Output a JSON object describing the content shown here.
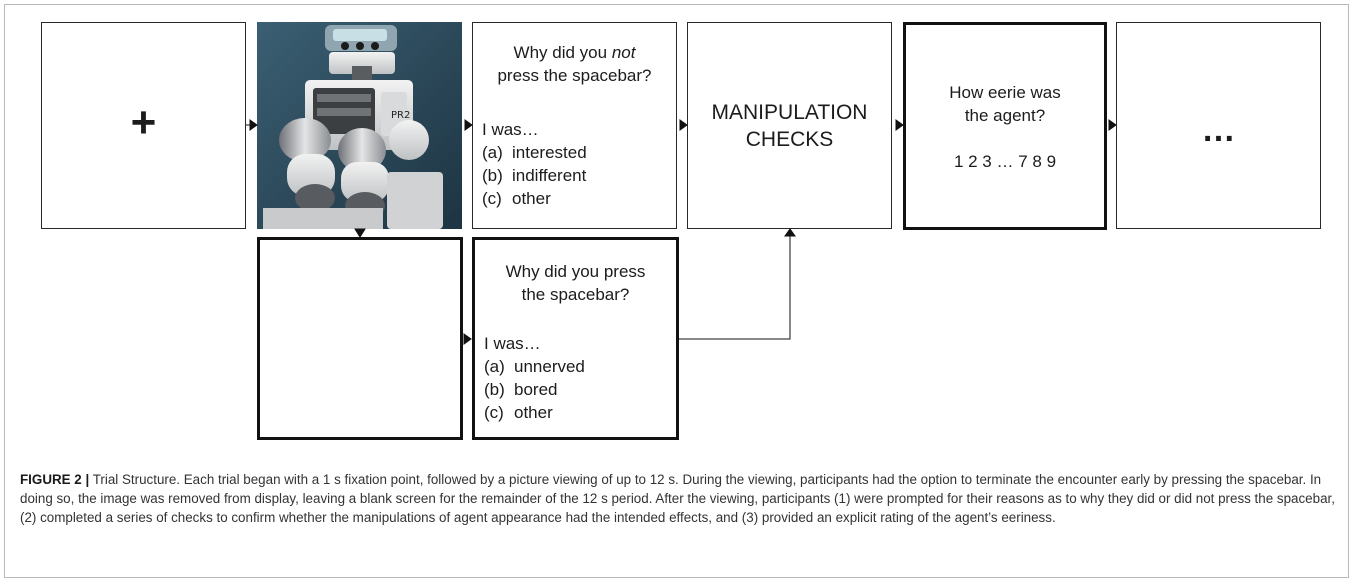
{
  "screens": {
    "fixation": {
      "symbol": "+"
    },
    "picture": {
      "robot_label": "PR2"
    },
    "not_pressed": {
      "question_pre": "Why did you ",
      "question_em": "not",
      "question_post": "press the spacebar?",
      "lead": "I was…",
      "options": [
        {
          "key": "(a)",
          "text": "interested"
        },
        {
          "key": "(b)",
          "text": "indifferent"
        },
        {
          "key": "(c)",
          "text": "other"
        }
      ]
    },
    "manipulation": {
      "line1": "MANIPULATION",
      "line2": "CHECKS"
    },
    "eerie": {
      "line1": "How eerie was",
      "line2": "the agent?",
      "scale": "1 2 3 … 7 8 9"
    },
    "continuation": {
      "symbol": "…"
    },
    "pressed": {
      "question_line1": "Why did you press",
      "question_line2": "the spacebar?",
      "lead": "I was…",
      "options": [
        {
          "key": "(a)",
          "text": "unnerved"
        },
        {
          "key": "(b)",
          "text": "bored"
        },
        {
          "key": "(c)",
          "text": "other"
        }
      ]
    }
  },
  "caption": {
    "label": "FIGURE 2 |",
    "text": " Trial Structure. Each trial began with a 1 s fixation point, followed by a picture viewing of up to 12 s. During the viewing, participants had the option to terminate the encounter early by pressing the spacebar. In doing so, the image was removed from display, leaving a blank screen for the remainder of the 12 s period. After the viewing, participants (1) were prompted for their reasons as to why they did or did not press the spacebar, (2) completed a series of checks to confirm whether the manipulations of agent appearance had the intended effects, and (3) provided an explicit rating of the agent’s eeriness."
  }
}
